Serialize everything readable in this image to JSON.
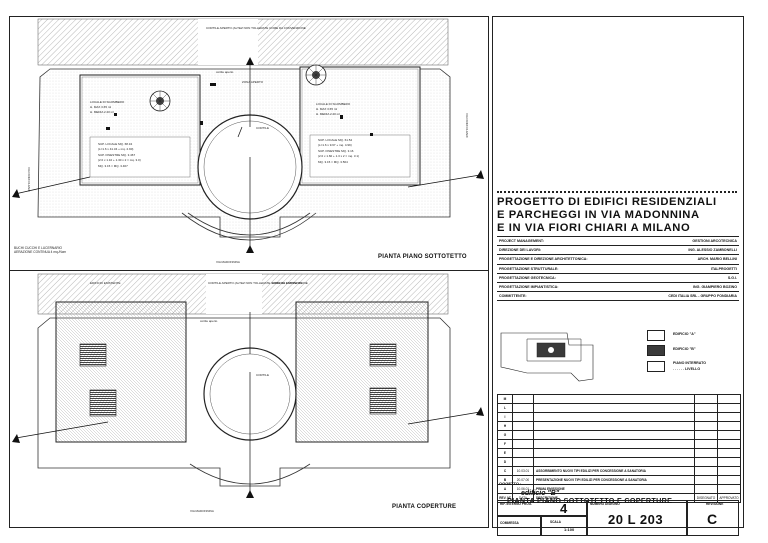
{
  "plans": {
    "top_title": "PIANTA PIANO SOTTOTETTO",
    "bottom_title": "PIANTA COPERTURE",
    "legend_note": [
      "BUCHI CUCCHI E LUCERNARIO",
      "AERAZIONE CONTINUA 4 mq./Ncm"
    ],
    "top_labels": {
      "left_room": [
        "LOCALE DI SGOMBERO",
        "H. MAX 3.65 ml",
        "H. MEDIA 2.20 ml"
      ],
      "right_room": [
        "LOCALE DI SGOMBERO",
        "H. MAX 3.65 ml",
        "H. MEDIA 2.20 ml"
      ],
      "left_sup": [
        "SUP. LOCALE MQ. 68.34",
        "(L=1.6 x 41.34 + mq. 2.90)",
        "SUP. FINESTRE MQ. 3.467",
        "(2.0 x 1.10 + 1.30 x 2 = mq. 3.0)",
        "MQ. 3.15 = MQ. 3.467"
      ],
      "right_sup": [
        "SUP. LOCALE MQ. 61.52",
        "(L=1.6 x 9.67 + mq. 4.99)",
        "SUP. FINESTRE MQ. 3.16",
        "(2.0 x 1.60 + 1.3 x 2 = mq. 3.1)",
        "MQ. 3.15 = MQ. 3.564"
      ],
      "courtyard": "CORTILE",
      "top_street": "CORTILE APERTO (ALTEZ NON TOLLERATE COME DA CONVENZIONE",
      "zona": "ZONA APERTO",
      "cortile_aperto": "cortile aperto",
      "street_bottom": "VIA MADONNINA",
      "street_left": "VIA FIORI CHIARI",
      "street_right": "VIA FIORI CHIARI"
    },
    "bottom_labels": {
      "courtyard": "CORTILE",
      "top_street": "CORTILE APERTO (ALTEZ NON TOLLERATE COME DA CONVENZIONE",
      "edificio_left": "EDIFICIO ESISTENTE",
      "edificio_right": "EDIFICIO ESISTENTE",
      "cortile_aperto": "cortile aperto",
      "street_bottom": "VIA MADONNINA"
    }
  },
  "title_block": {
    "project_title": [
      "PROGETTO DI EDIFICI RESIDENZIALI",
      "E PARCHEGGI IN VIA MADONNINA",
      "E IN VIA FIORI CHIARI A MILANO"
    ],
    "roles": [
      {
        "label": "PROJECT MANAGEMENT:",
        "value": "GESTIONI ARCOTECNICA"
      },
      {
        "label": "DIREZIONE DEI LAVORI:",
        "value": "ING. ALESSIO ZAMBONELLI"
      },
      {
        "label": "PROGETTAZIONE E DIREZIONE ARCHITETTONICA:",
        "value": "ARCH. MARIO BELLINI"
      },
      {
        "label": "PROGETTAZIONE STRUTTURALE:",
        "value": "ITALPROGETTI"
      },
      {
        "label": "PROGETTAZIONE GEOTECNICA:",
        "value": "S.G.I."
      },
      {
        "label": "PROGETTAZIONE IMPIANTISTICA:",
        "value": "ING. GIAMPIERO BOZINO"
      },
      {
        "label": "COMMITTENTE:",
        "value": "CEDI ITALIA SRL - GRUPPO FONDIARIA"
      }
    ],
    "legend": [
      {
        "label": "EDIFICIO \"A\"",
        "fill": "#ffffff"
      },
      {
        "label": "EDIFICIO \"B\"",
        "fill": "#3a3a3a"
      },
      {
        "label": "PIANO INTERRATO",
        "label2": ". . . . . . LIVELLO",
        "fill": "#ffffff"
      }
    ],
    "revisions": [
      {
        "code": "M",
        "date": "",
        "desc": ""
      },
      {
        "code": "L",
        "date": "",
        "desc": ""
      },
      {
        "code": "I",
        "date": "",
        "desc": ""
      },
      {
        "code": "H",
        "date": "",
        "desc": ""
      },
      {
        "code": "G",
        "date": "",
        "desc": ""
      },
      {
        "code": "F",
        "date": "",
        "desc": ""
      },
      {
        "code": "E",
        "date": "",
        "desc": ""
      },
      {
        "code": "D",
        "date": "",
        "desc": ""
      },
      {
        "code": "C",
        "date": "10.03.01",
        "desc": "ASSORBIMENTO NUOVI TIPI EDILIZI PER CONCESSIONE A SANATORIA"
      },
      {
        "code": "B",
        "date": "20.07.00",
        "desc": "PRESENTAZIONE NUOVI TIPI EDILIZI PER CONCESSIONE A SANATORIA"
      },
      {
        "code": "A",
        "date": "10.06.01",
        "desc": "PRIMA EMISSIONE"
      },
      {
        "code": "REV. N°",
        "date": "DATA",
        "desc": "DESCRIZIONE",
        "c4": "DISEGNATO",
        "c5": "APPROVATO"
      }
    ],
    "oggetto_label": "OGGETTO :",
    "oggetto_line1": "edificio \"B\"",
    "oggetto_line2": "PIANTA PIANO SOTTOTETTO E COPERTURE",
    "rif_label": "RIF. INTERNO PROG.",
    "rif_value": "4",
    "numero_label": "NUMERO DISEGNO",
    "numero_value": "20 L 203",
    "revisione_label": "REVISIONE",
    "revisione_value": "C",
    "commessa_label": "COMMESSA",
    "scala_label": "SCALA",
    "scala_value": "1:100"
  }
}
